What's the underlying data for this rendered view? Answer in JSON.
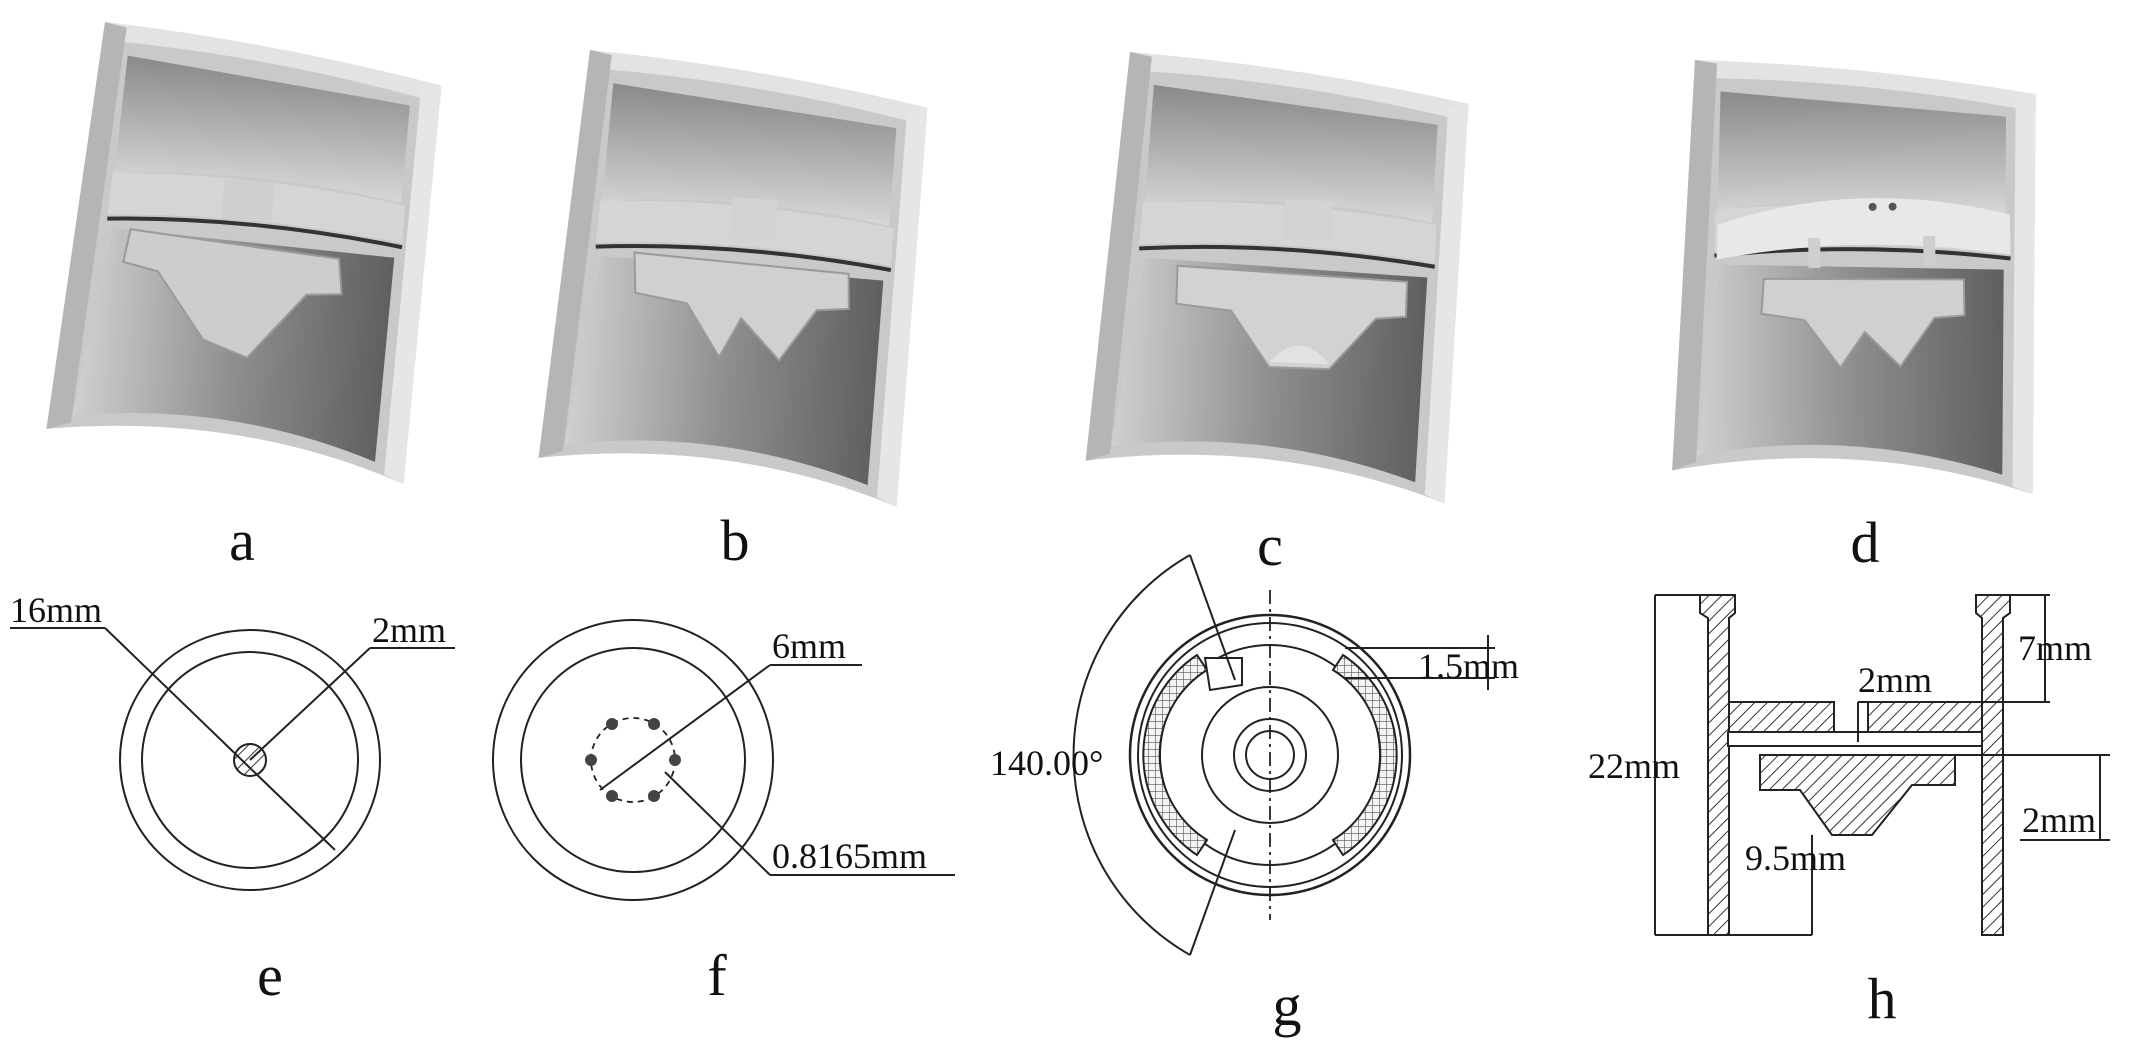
{
  "panels": {
    "a": "a",
    "b": "b",
    "c": "c",
    "d": "d",
    "e": "e",
    "f": "f",
    "g": "g",
    "h": "h"
  },
  "dimensions": {
    "e_outer": "16mm",
    "e_hole": "2mm",
    "f_circle": "6mm",
    "f_hole": "0.8165mm",
    "g_gap": "1.5mm",
    "g_angle": "140.00°",
    "h_top": "7mm",
    "h_plate": "2mm",
    "h_height": "22mm",
    "h_gap": "2mm",
    "h_depth": "9.5mm"
  },
  "colors": {
    "render_light": "#d9d9d9",
    "render_mid": "#bdbdbd",
    "render_dark": "#6e6e6e",
    "line": "#222222"
  }
}
